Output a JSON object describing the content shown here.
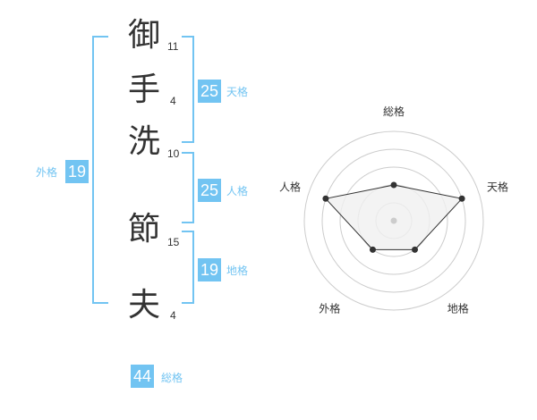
{
  "name": {
    "chars": [
      {
        "char": "御",
        "strokes": "11"
      },
      {
        "char": "手",
        "strokes": "4"
      },
      {
        "char": "洗",
        "strokes": "10"
      },
      {
        "char": "節",
        "strokes": "15"
      },
      {
        "char": "夫",
        "strokes": "4"
      }
    ]
  },
  "kaku": {
    "tenkaku": {
      "value": "25",
      "label": "天格"
    },
    "jinkaku": {
      "value": "25",
      "label": "人格"
    },
    "chikaku": {
      "value": "19",
      "label": "地格"
    },
    "gaikaku": {
      "value": "19",
      "label": "外格"
    },
    "soukaku": {
      "value": "44",
      "label": "総格"
    }
  },
  "radar": {
    "axes": [
      "総格",
      "天格",
      "地格",
      "外格",
      "人格"
    ],
    "levels": [
      0.2,
      0.4,
      0.6,
      0.8,
      1.0
    ],
    "values": [
      0.4,
      0.8,
      0.4,
      0.4,
      0.8
    ],
    "colors": {
      "ring": "#cccccc",
      "fill": "#f0f0f0",
      "line": "#333333",
      "center": "#cccccc"
    }
  },
  "colors": {
    "accent": "#72c4f2",
    "text": "#333333"
  }
}
